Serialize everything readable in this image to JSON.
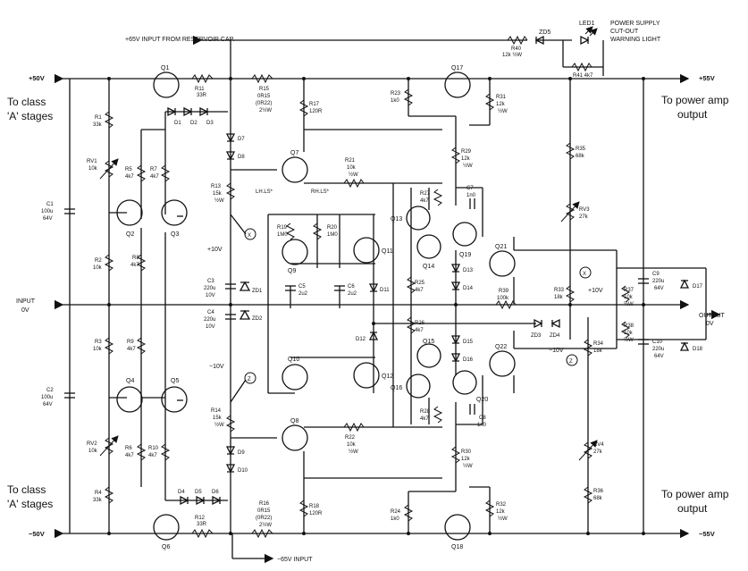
{
  "rails": {
    "pos50": "+50V",
    "pos55": "+55V",
    "neg50": "−50V",
    "neg55": "−55V",
    "pos65_input": "+65V INPUT FROM RESERVOIR CAP.",
    "neg65_input": "−65V INPUT",
    "pos10": "+10V",
    "neg10": "−10V",
    "pos10b": "+10V",
    "neg10b": "−10V",
    "input": "INPUT",
    "input_v": "0V",
    "output": "OUTPUT",
    "output_v": "0V"
  },
  "side_labels": {
    "to_class_a_top_1": "To class",
    "to_class_a_top_2": "'A' stages",
    "to_class_a_bot_1": "To class",
    "to_class_a_bot_2": "'A' stages",
    "to_power_top_1": "To power amp",
    "to_power_top_2": "output",
    "to_power_bot_1": "To power amp",
    "to_power_bot_2": "output"
  },
  "warning": {
    "led": "LED1",
    "line1": "POWER SUPPLY",
    "line2": "CUT-OUT",
    "line3": "WARNING LIGHT",
    "zd5": "ZD5",
    "r40": "R40",
    "r40v": "12k ½W",
    "r41": "R41 4k7"
  },
  "transistors": {
    "q1": "Q1",
    "q2": "Q2",
    "q3": "Q3",
    "q4": "Q4",
    "q5": "Q5",
    "q6": "Q6",
    "q7": "Q7",
    "q8": "Q8",
    "q9": "Q9",
    "q10": "Q10",
    "q11": "Q11",
    "q12": "Q12",
    "q13": "Q13",
    "q14": "Q14",
    "q15": "Q15",
    "q16": "Q16",
    "q17": "Q17",
    "q18": "Q18",
    "q19": "Q19",
    "q20": "Q20",
    "q21": "Q21",
    "q22": "Q22"
  },
  "resistors": {
    "r1": "R1",
    "r1v": "33k",
    "r2": "R2",
    "r2v": "10k",
    "r3": "R3",
    "r3v": "10k",
    "r4": "R4",
    "r4v": "33k",
    "r5": "R5",
    "r5v": "4k7",
    "r6": "R6",
    "r6v": "4k7",
    "r7": "R7",
    "r7v": "4k7",
    "r8": "R8",
    "r8v": "4k7",
    "r9": "R9",
    "r9v": "4k7",
    "r10": "R10",
    "r10v": "4k7",
    "r11": "R11",
    "r11v": "33R",
    "r12": "R12",
    "r12v": "33R",
    "r13": "R13",
    "r13v": "15k",
    "r13w": "½W",
    "r14": "R14",
    "r14v": "15k",
    "r14w": "½W",
    "r15": "R15",
    "r15v": "0R15",
    "r15a": "(0R22)",
    "r15w": "2½W",
    "r16": "R16",
    "r16v": "0R15",
    "r16a": "(0R22)",
    "r16w": "2½W",
    "r17": "R17",
    "r17v": "120R",
    "r18": "R18",
    "r18v": "120R",
    "r19": "R19",
    "r19v": "1M0",
    "r20": "R20",
    "r20v": "1M0",
    "r21": "R21",
    "r21v": "10k",
    "r21w": "½W",
    "r22": "R22",
    "r22v": "10k",
    "r22w": "½W",
    "r23": "R23",
    "r23v": "1k0",
    "r24": "R24",
    "r24v": "1k0",
    "r25": "R25",
    "r25v": "4k7",
    "r26": "R26",
    "r26v": "4k7",
    "r27": "R27",
    "r27v": "4k7",
    "r28": "R28",
    "r28v": "4k7",
    "r29": "R29",
    "r29v": "12k",
    "r29w": "½W",
    "r30": "R30",
    "r30v": "12k",
    "r30w": "½W",
    "r31": "R31",
    "r31v": "12k",
    "r31w": "½W",
    "r32": "R32",
    "r32v": "12k",
    "r32w": "½W",
    "r33": "R33",
    "r33v": "18k",
    "r34": "R34",
    "r34v": "18k",
    "r35": "R35",
    "r35v": "68k",
    "r36": "R36",
    "r36v": "68k",
    "r37": "R37",
    "r37v": "10k",
    "r37w": "½W",
    "r38": "R38",
    "r38v": "10k",
    "r38w": "½W",
    "r39": "R39",
    "r39v": "100k",
    "rv1": "RV1",
    "rv1v": "10k",
    "rv2": "RV2",
    "rv2v": "10k",
    "rv3": "RV3",
    "rv3v": "27k",
    "rv4": "RV4",
    "rv4v": "27k",
    "lhls": "LH.LS*",
    "rhls": "RH.LS*"
  },
  "capacitors": {
    "c1": "C1",
    "c1v": "100u",
    "c1w": "64V",
    "c2": "C2",
    "c2v": "100u",
    "c2w": "64V",
    "c3": "C3",
    "c3v": "220u",
    "c3w": "10V",
    "c4": "C4",
    "c4v": "220u",
    "c4w": "10V",
    "c5": "C5",
    "c5v": "2u2",
    "c6": "C6",
    "c6v": "2u2",
    "c7": "C7",
    "c7v": "1n0",
    "c8": "C8",
    "c8v": "1n0",
    "c9": "C9",
    "c9v": "220u",
    "c9w": "64V",
    "c10": "C10",
    "c10v": "220u",
    "c10w": "64V"
  },
  "diodes": {
    "d1": "D1",
    "d2": "D2",
    "d3": "D3",
    "d4": "D4",
    "d5": "D5",
    "d6": "D6",
    "d7": "D7",
    "d8": "D8",
    "d9": "D9",
    "d10": "D10",
    "d11": "D11",
    "d12": "D12",
    "d13": "D13",
    "d14": "D14",
    "d15": "D15",
    "d16": "D16",
    "d17": "D17",
    "d18": "D18",
    "zd1": "ZD1",
    "zd2": "ZD2",
    "zd3": "ZD3",
    "zd4": "ZD4"
  },
  "nodes": {
    "x1": "X",
    "x2": "X",
    "z1": "Z",
    "z2": "Z"
  }
}
